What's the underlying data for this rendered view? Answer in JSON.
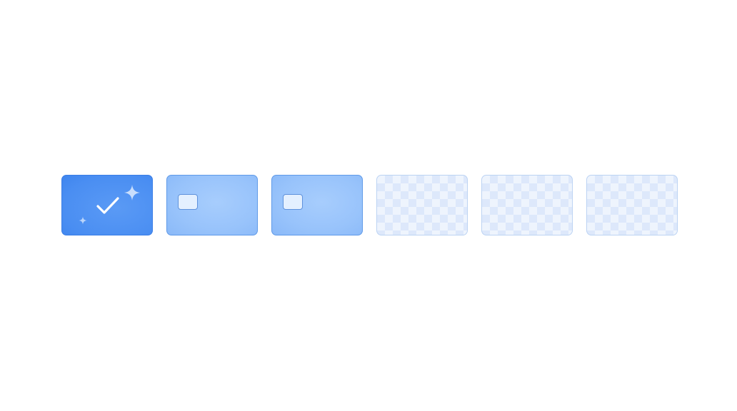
{
  "steps": [
    {
      "state": "completed",
      "icon": "check-icon"
    },
    {
      "state": "in-progress",
      "icon": "chip-icon"
    },
    {
      "state": "in-progress",
      "icon": "chip-icon"
    },
    {
      "state": "pending",
      "icon": null
    },
    {
      "state": "pending",
      "icon": null
    },
    {
      "state": "pending",
      "icon": null
    }
  ],
  "colors": {
    "completed": "#4a8ef2",
    "in_progress": "#98c3fb",
    "pending": "#eef4fd",
    "pending_border": "#bcd3f3"
  }
}
